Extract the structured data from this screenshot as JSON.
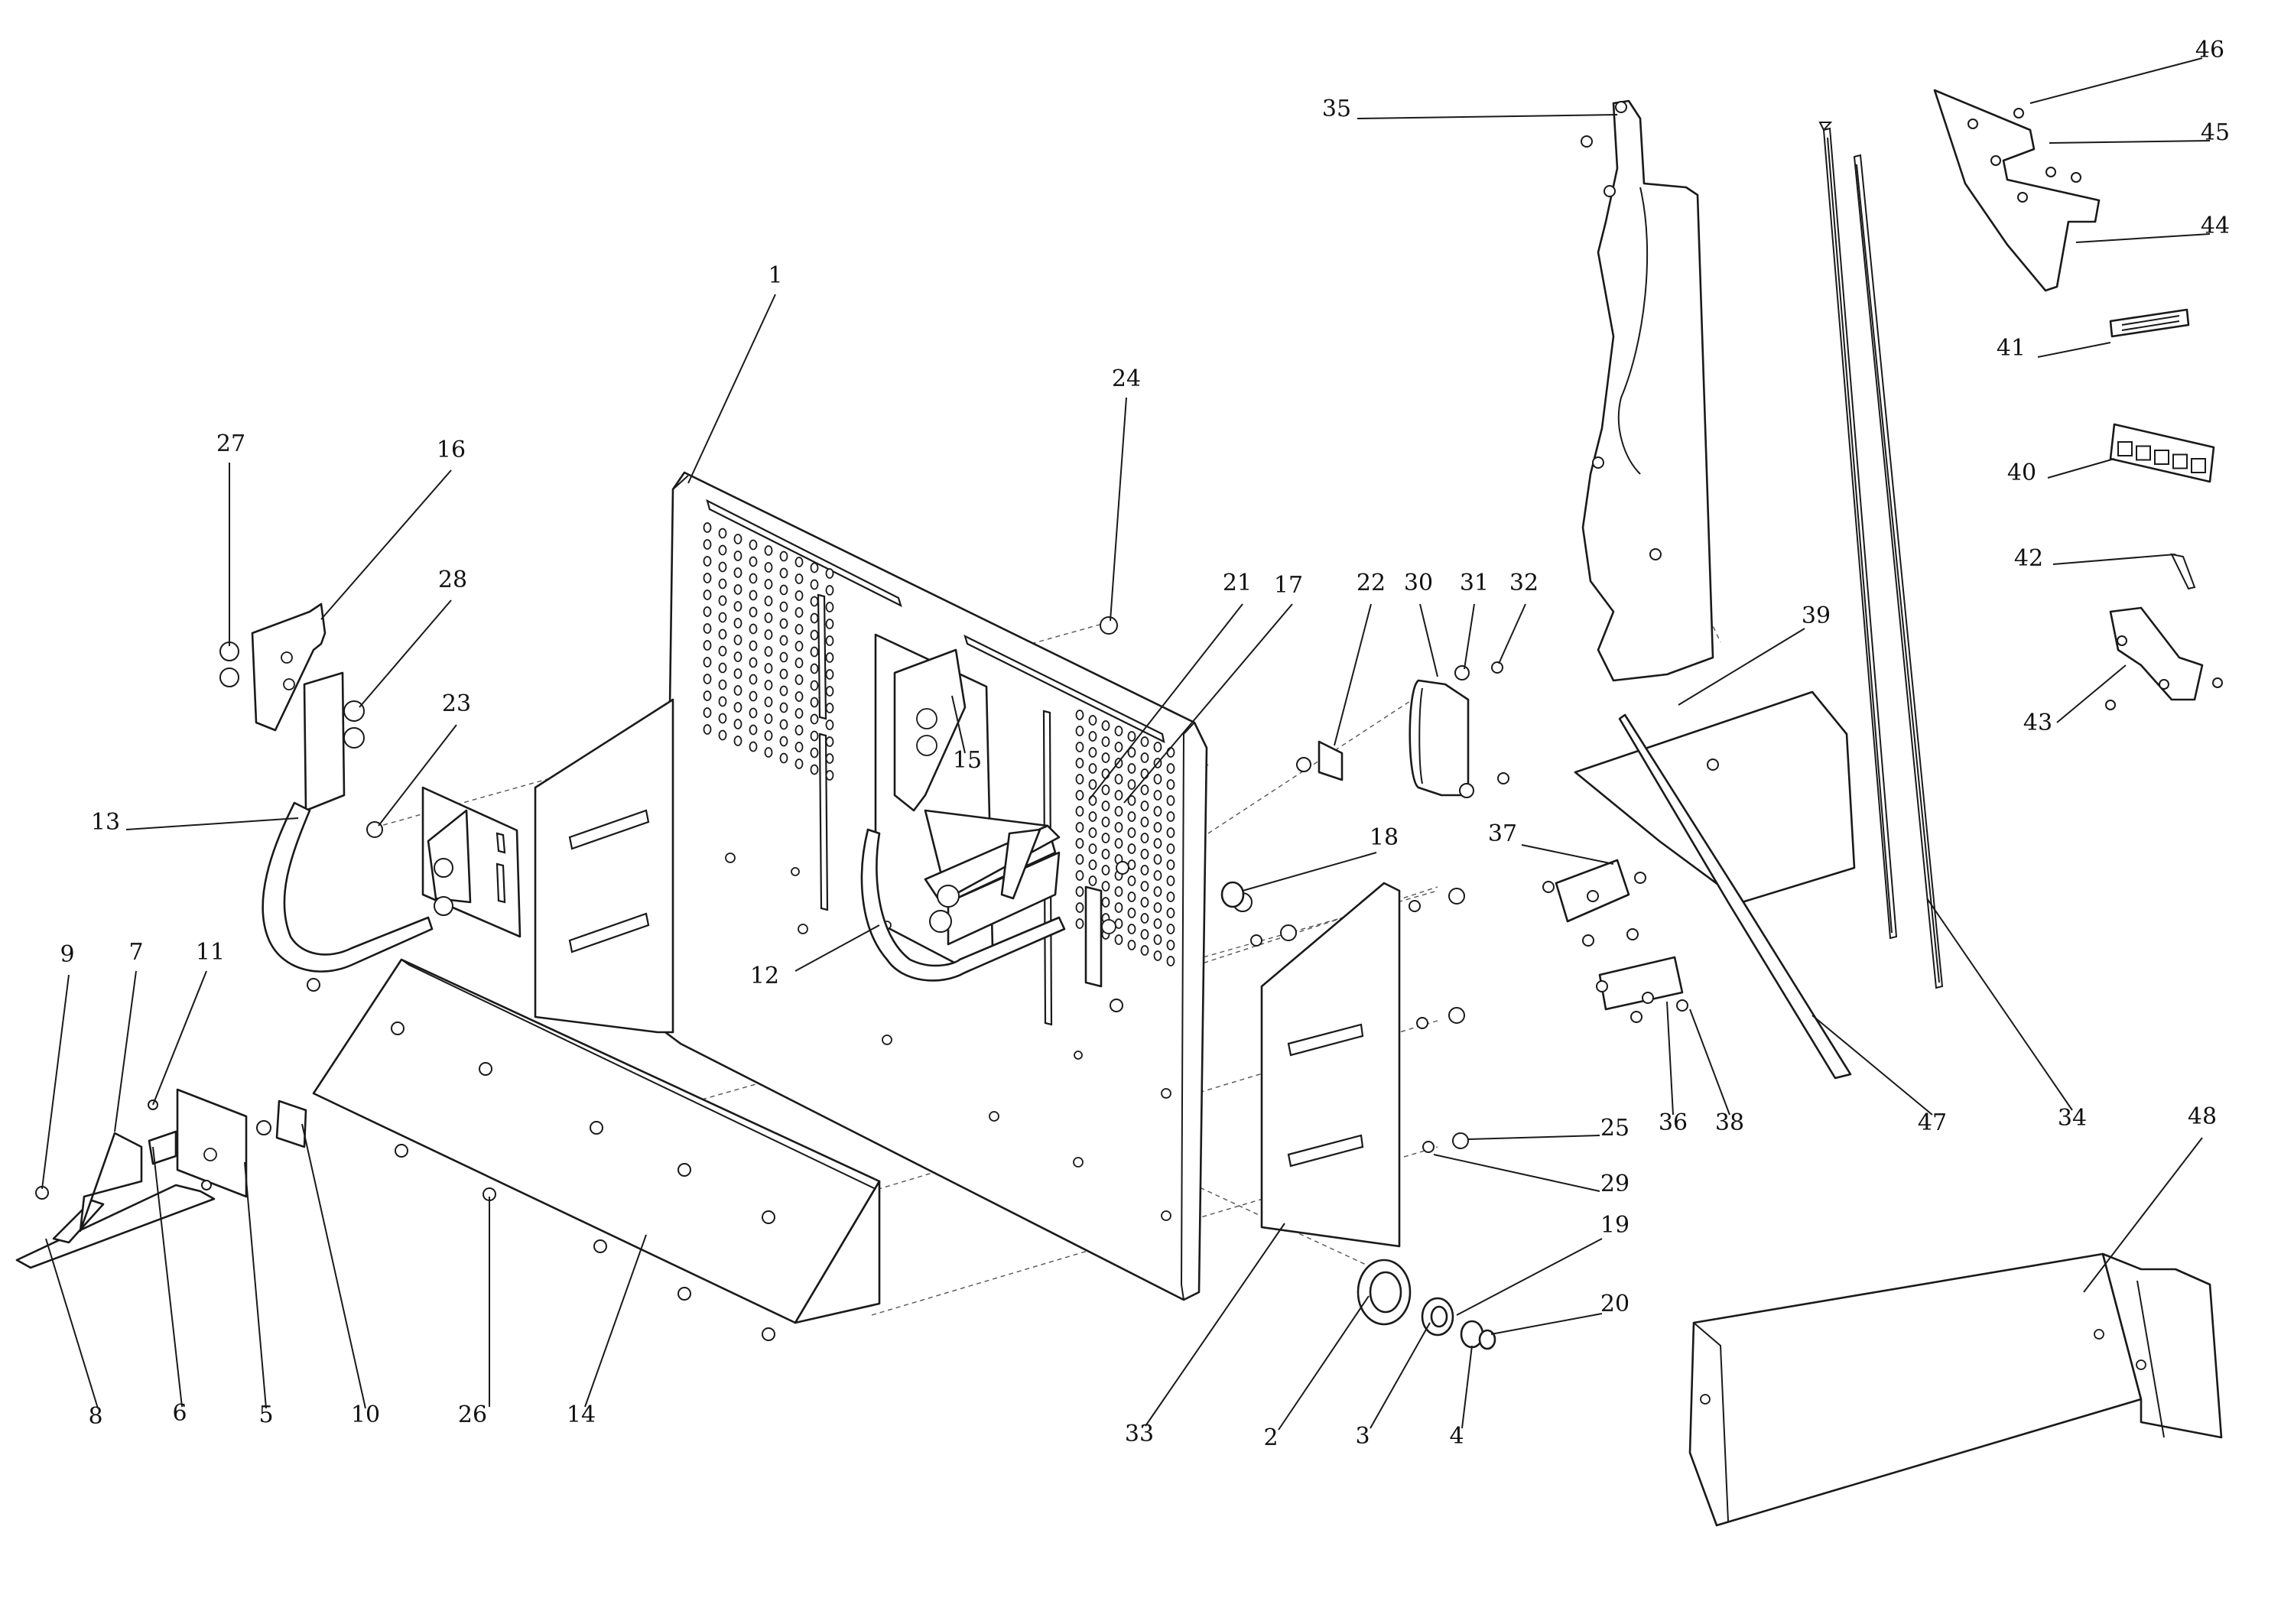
{
  "diagram": {
    "kind": "exploded-parts-view",
    "callouts": [
      "1",
      "2",
      "3",
      "4",
      "5",
      "6",
      "7",
      "8",
      "9",
      "10",
      "11",
      "12",
      "13",
      "14",
      "15",
      "16",
      "17",
      "18",
      "19",
      "20",
      "21",
      "22",
      "23",
      "24",
      "25",
      "26",
      "27",
      "28",
      "29",
      "30",
      "31",
      "32",
      "33",
      "34",
      "35",
      "36",
      "37",
      "38",
      "39",
      "40",
      "41",
      "42",
      "43",
      "44",
      "45",
      "46",
      "47",
      "48"
    ],
    "line_color": "#1a1a1a",
    "background": "#ffffff"
  }
}
